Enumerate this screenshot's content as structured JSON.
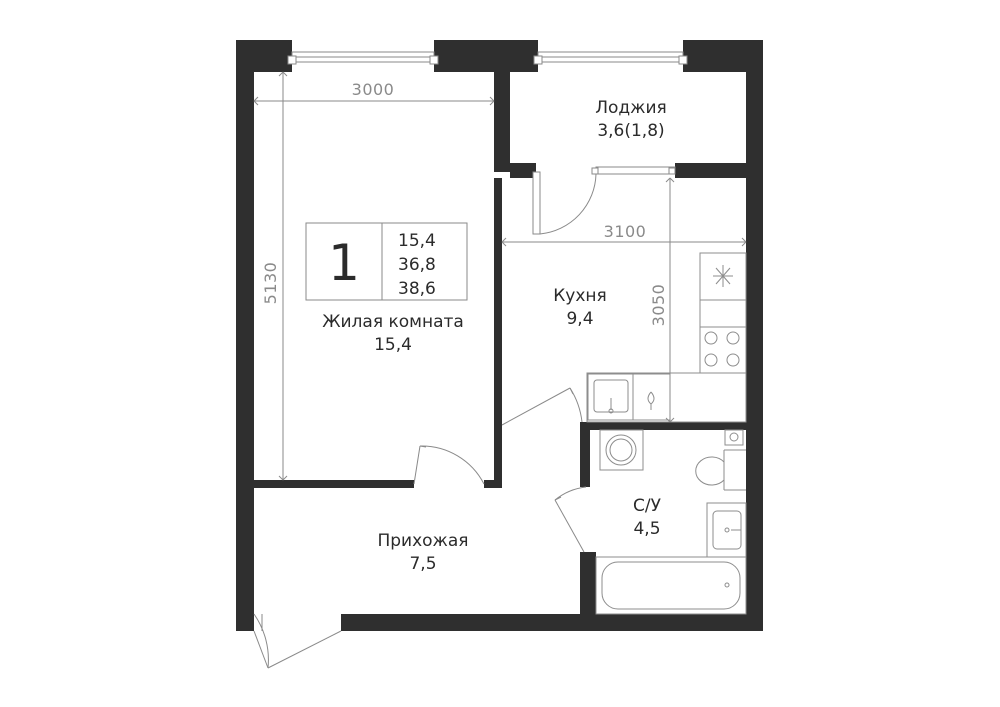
{
  "summary": {
    "rooms_count": "1",
    "living_area": "15,4",
    "total_area": "36,8",
    "total_area_with_loggia": "38,6"
  },
  "rooms": {
    "living": {
      "name": "Жилая комната",
      "area": "15,4"
    },
    "loggia": {
      "name": "Лоджия",
      "area": "3,6(1,8)"
    },
    "kitchen": {
      "name": "Кухня",
      "area": "9,4"
    },
    "hallway": {
      "name": "Прихожая",
      "area": "7,5"
    },
    "bathroom": {
      "name": "С/У",
      "area": "4,5"
    }
  },
  "dimensions": {
    "living_width": "3000",
    "living_length": "5130",
    "kitchen_width": "3100",
    "kitchen_length": "3050"
  },
  "colors": {
    "wall": "#2f2f2f",
    "line": "#8a8a8a",
    "text": "#2b2b2b"
  }
}
